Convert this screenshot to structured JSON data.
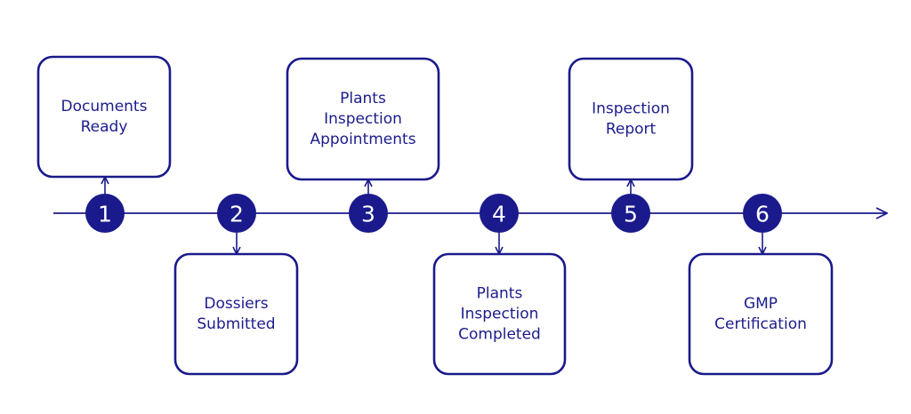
{
  "colors": {
    "primary": "#1a1a8c",
    "background": "#ffffff",
    "box_fill": "#ffffff"
  },
  "steps": [
    {
      "number": "1",
      "label": [
        "Documents",
        "Ready"
      ],
      "position": "above"
    },
    {
      "number": "2",
      "label": [
        "Dossiers",
        "Submitted"
      ],
      "position": "below"
    },
    {
      "number": "3",
      "label": [
        "Plants",
        "Inspection",
        "Appointments"
      ],
      "position": "above"
    },
    {
      "number": "4",
      "label": [
        "Plants",
        "Inspection",
        "Completed"
      ],
      "position": "below"
    },
    {
      "number": "5",
      "label": [
        "Inspection",
        "Report"
      ],
      "position": "above"
    },
    {
      "number": "6",
      "label": [
        "GMP",
        "Certification"
      ],
      "position": "below"
    }
  ]
}
